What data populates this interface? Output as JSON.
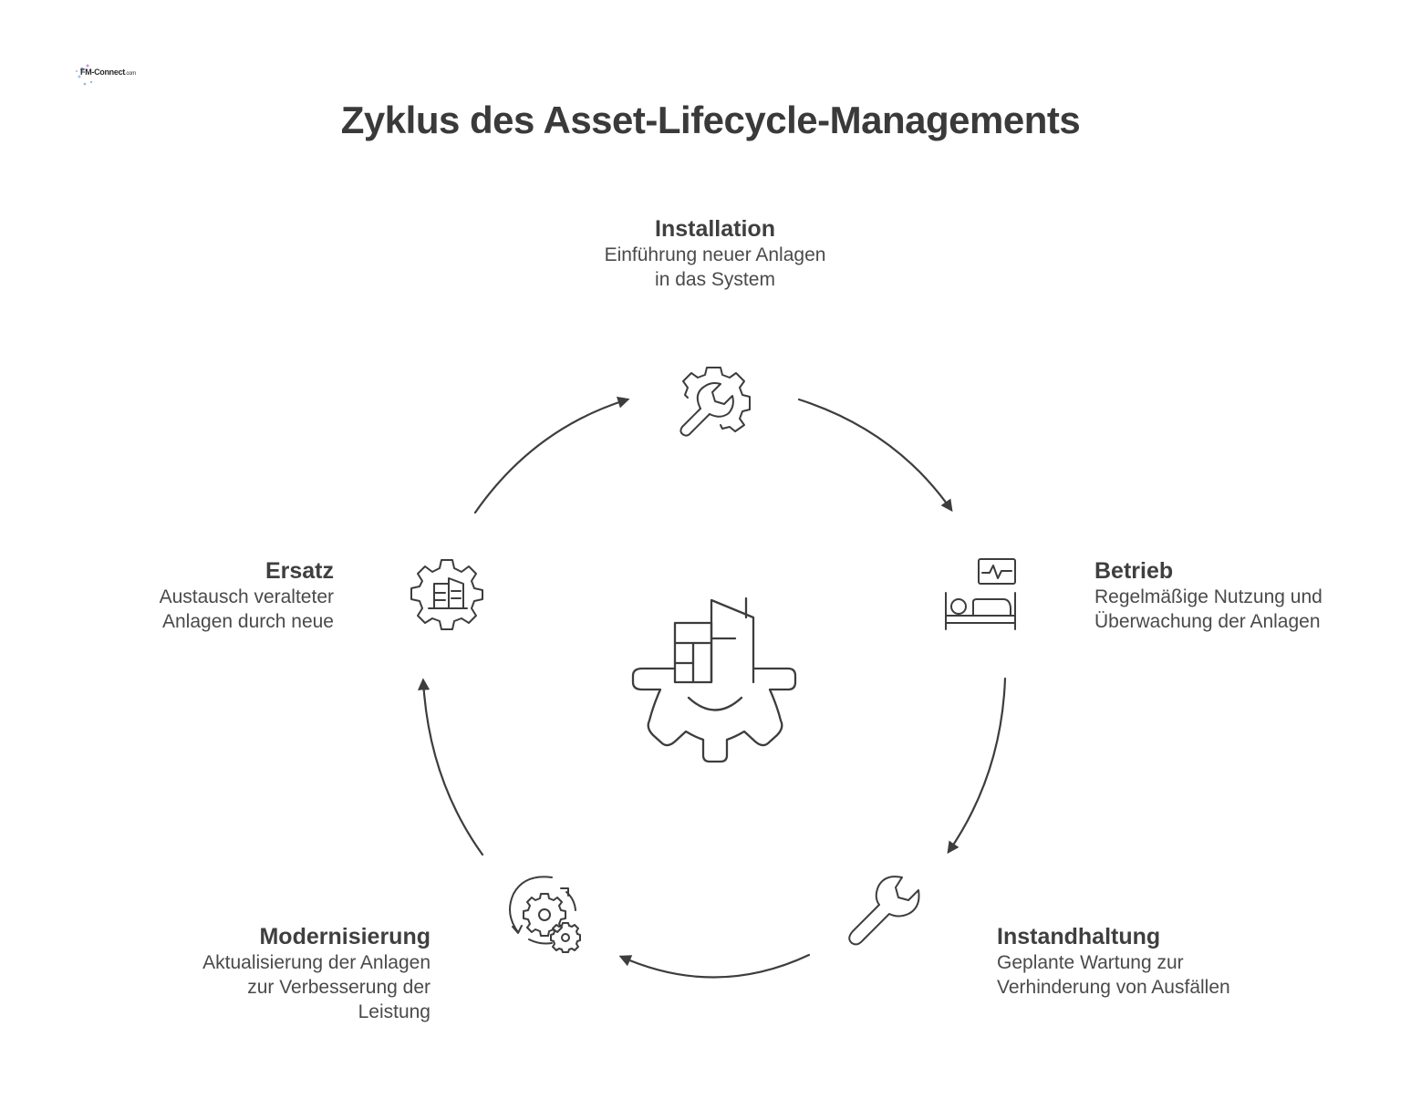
{
  "logo": {
    "text": "FM-Connect",
    "suffix": ".com"
  },
  "title": "Zyklus des Asset-Lifecycle-Managements",
  "steps": [
    {
      "id": "installation",
      "title": "Installation",
      "description": "Einführung neuer Anlagen\nin das System",
      "icon": "gear-wrench-icon"
    },
    {
      "id": "betrieb",
      "title": "Betrieb",
      "description": "Regelmäßige Nutzung und\nÜberwachung der Anlagen",
      "icon": "bed-monitor-icon"
    },
    {
      "id": "instandhaltung",
      "title": "Instandhaltung",
      "description": "Geplante Wartung zur\nVerhinderung von Ausfällen",
      "icon": "wrench-icon"
    },
    {
      "id": "modernisierung",
      "title": "Modernisierung",
      "description": "Aktualisierung der Anlagen\nzur Verbesserung der\nLeistung",
      "icon": "gears-refresh-icon"
    },
    {
      "id": "ersatz",
      "title": "Ersatz",
      "description": "Austausch veralteter\nAnlagen durch neue",
      "icon": "gear-building-icon"
    }
  ],
  "center_icon": "gear-building-icon",
  "colors": {
    "stroke": "#3d3d3d",
    "title": "#3a3a3a",
    "text": "#4a4a4a"
  }
}
